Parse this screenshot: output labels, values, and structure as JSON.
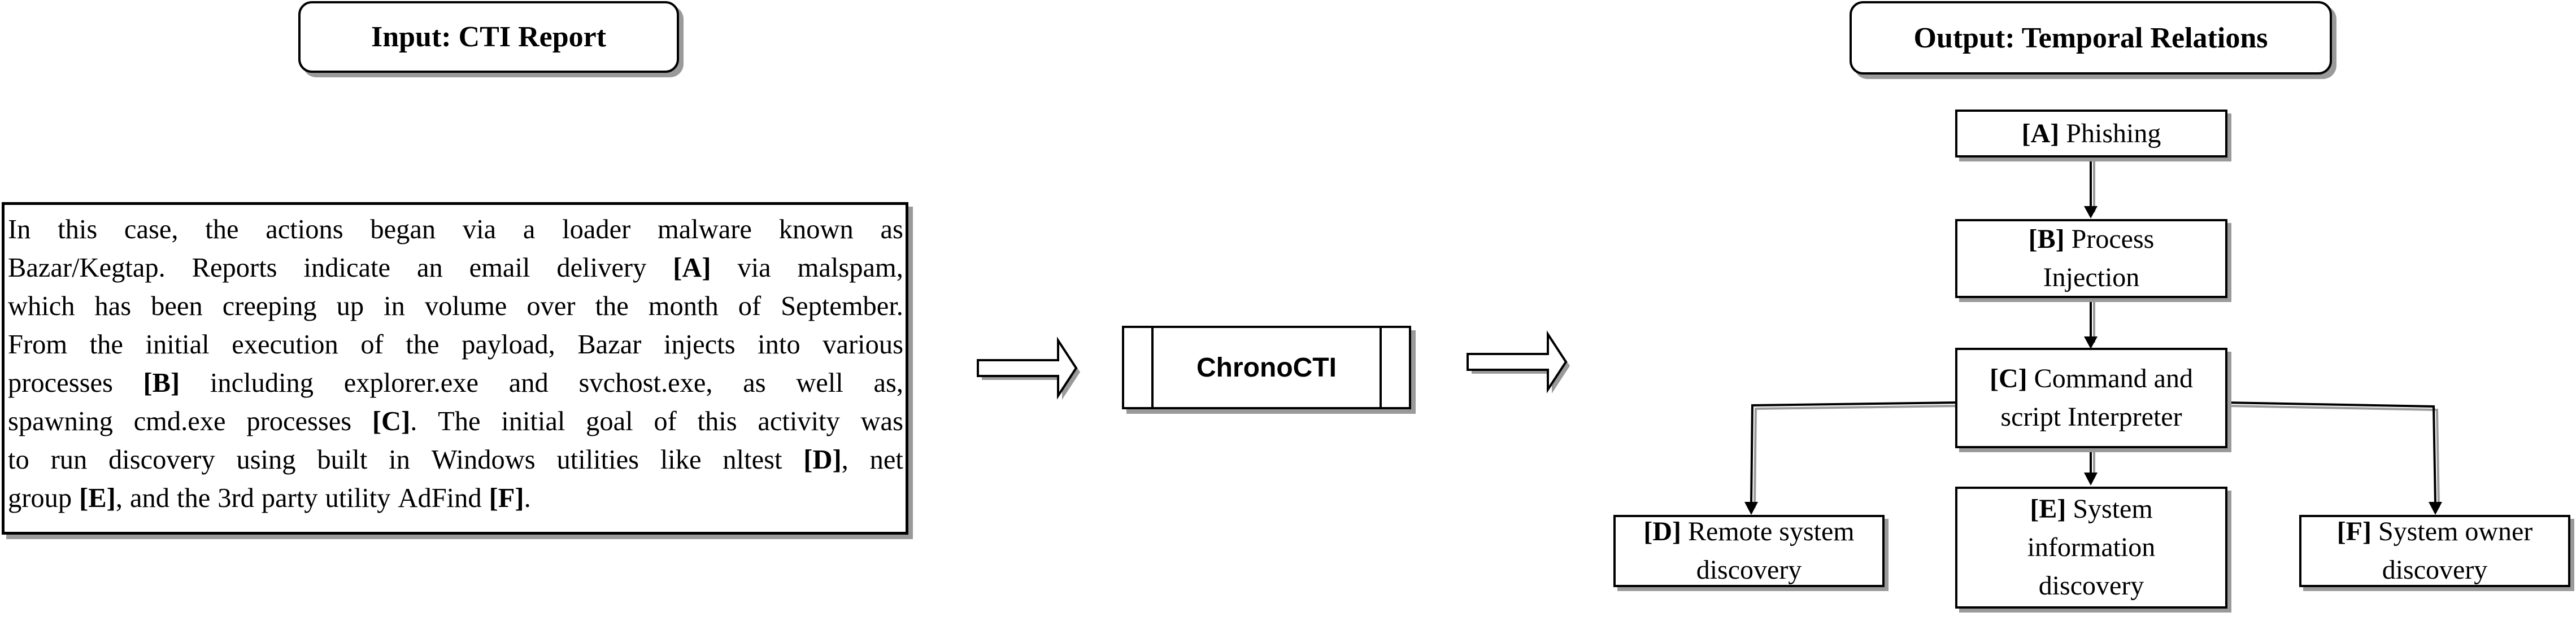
{
  "input_title": "Input: CTI Report",
  "output_title": "Output: Temporal Relations",
  "model_label": "ChronoCTI",
  "report": {
    "lines": [
      [
        "In",
        "this",
        "case,",
        "the",
        "actions",
        "began",
        "via",
        "a",
        "loader",
        "malware",
        "known",
        "as"
      ],
      [
        "Bazar/Kegtap.",
        "Reports",
        "indicate",
        "an",
        "email",
        "delivery",
        "[A]",
        "via",
        "malspam,"
      ],
      [
        "which",
        "has",
        "been",
        "creeping",
        "up",
        "in",
        "volume",
        "over",
        "the",
        "month",
        "of",
        "September."
      ],
      [
        "From",
        "the",
        "initial",
        "execution",
        "of",
        "the",
        "payload,",
        "Bazar",
        "injects",
        "into",
        "various"
      ],
      [
        "processes",
        "[B]",
        "including",
        "explorer.exe",
        "and",
        "svchost.exe,",
        "as",
        "well",
        "as,"
      ],
      [
        "spawning",
        "cmd.exe",
        "processes",
        "[C].",
        "The",
        "initial",
        "goal",
        "of",
        "this",
        "activity",
        "was"
      ],
      [
        "to",
        "run",
        "discovery",
        "using",
        "built",
        "in",
        "Windows",
        "utilities",
        "like",
        "nltest",
        "[D],",
        "net"
      ],
      [
        "group",
        "[E],",
        "and",
        "the",
        "3rd",
        "party",
        "utility",
        "AdFind",
        "[F]."
      ]
    ]
  },
  "nodes": [
    {
      "tag": "[A]",
      "lines": [
        "Phishing"
      ]
    },
    {
      "tag": "[B]",
      "lines": [
        "Process",
        "Injection"
      ]
    },
    {
      "tag": "[C]",
      "lines": [
        "Command and",
        "script Interpreter"
      ]
    },
    {
      "tag": "[D]",
      "lines": [
        "Remote system",
        "discovery"
      ]
    },
    {
      "tag": "[E]",
      "lines": [
        "System",
        "information",
        "discovery"
      ]
    },
    {
      "tag": "[F]",
      "lines": [
        "System owner",
        "discovery"
      ]
    }
  ],
  "edges": [
    [
      "A",
      "B"
    ],
    [
      "B",
      "C"
    ],
    [
      "C",
      "D"
    ],
    [
      "C",
      "E"
    ],
    [
      "C",
      "F"
    ]
  ],
  "colors": {
    "stroke": "#000000",
    "shadow": "#9a9a9a",
    "background": "#ffffff"
  }
}
